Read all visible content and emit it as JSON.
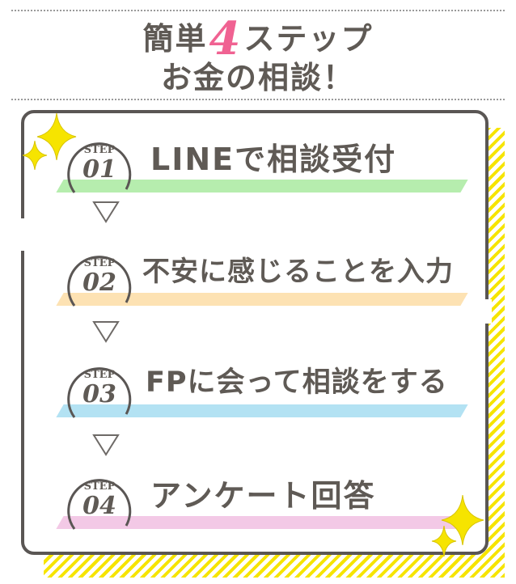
{
  "header": {
    "line1_before": "簡単",
    "line1_number": "4",
    "line1_after": "ステップ",
    "line2": "お金の相談！"
  },
  "colors": {
    "accent": "#f06292",
    "border": "#5a5654",
    "text": "#5f5a55",
    "stripe": "#f6e400",
    "sparkle": "#f6e400"
  },
  "steps": [
    {
      "label": "STEP",
      "number": "01",
      "title": "LINEで相談受付",
      "band_color": "#b6edae"
    },
    {
      "label": "STEP",
      "number": "02",
      "title": "不安に感じることを入力",
      "band_color": "#fde2b3"
    },
    {
      "label": "STEP",
      "number": "03",
      "title": "FPに会って相談をする",
      "band_color": "#b3e2f3"
    },
    {
      "label": "STEP",
      "number": "04",
      "title": "アンケート回答",
      "band_color": "#f3c9e6"
    }
  ],
  "icons": {
    "arrow": "down-triangle-outline-icon",
    "sparkle": "sparkle-icon"
  }
}
